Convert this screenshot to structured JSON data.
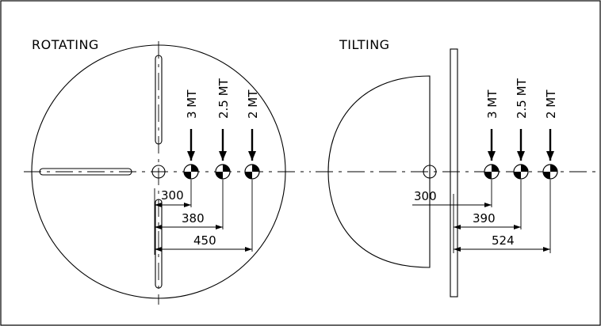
{
  "views": {
    "rotating": {
      "title": "ROTATING",
      "loads": [
        "3 MT",
        "2.5 MT",
        "2 MT"
      ],
      "distances": [
        "300",
        "380",
        "450"
      ]
    },
    "tilting": {
      "title": "TILTING",
      "loads": [
        "3 MT",
        "2.5 MT",
        "2 MT"
      ],
      "distances": [
        "300",
        "390",
        "524"
      ]
    }
  }
}
